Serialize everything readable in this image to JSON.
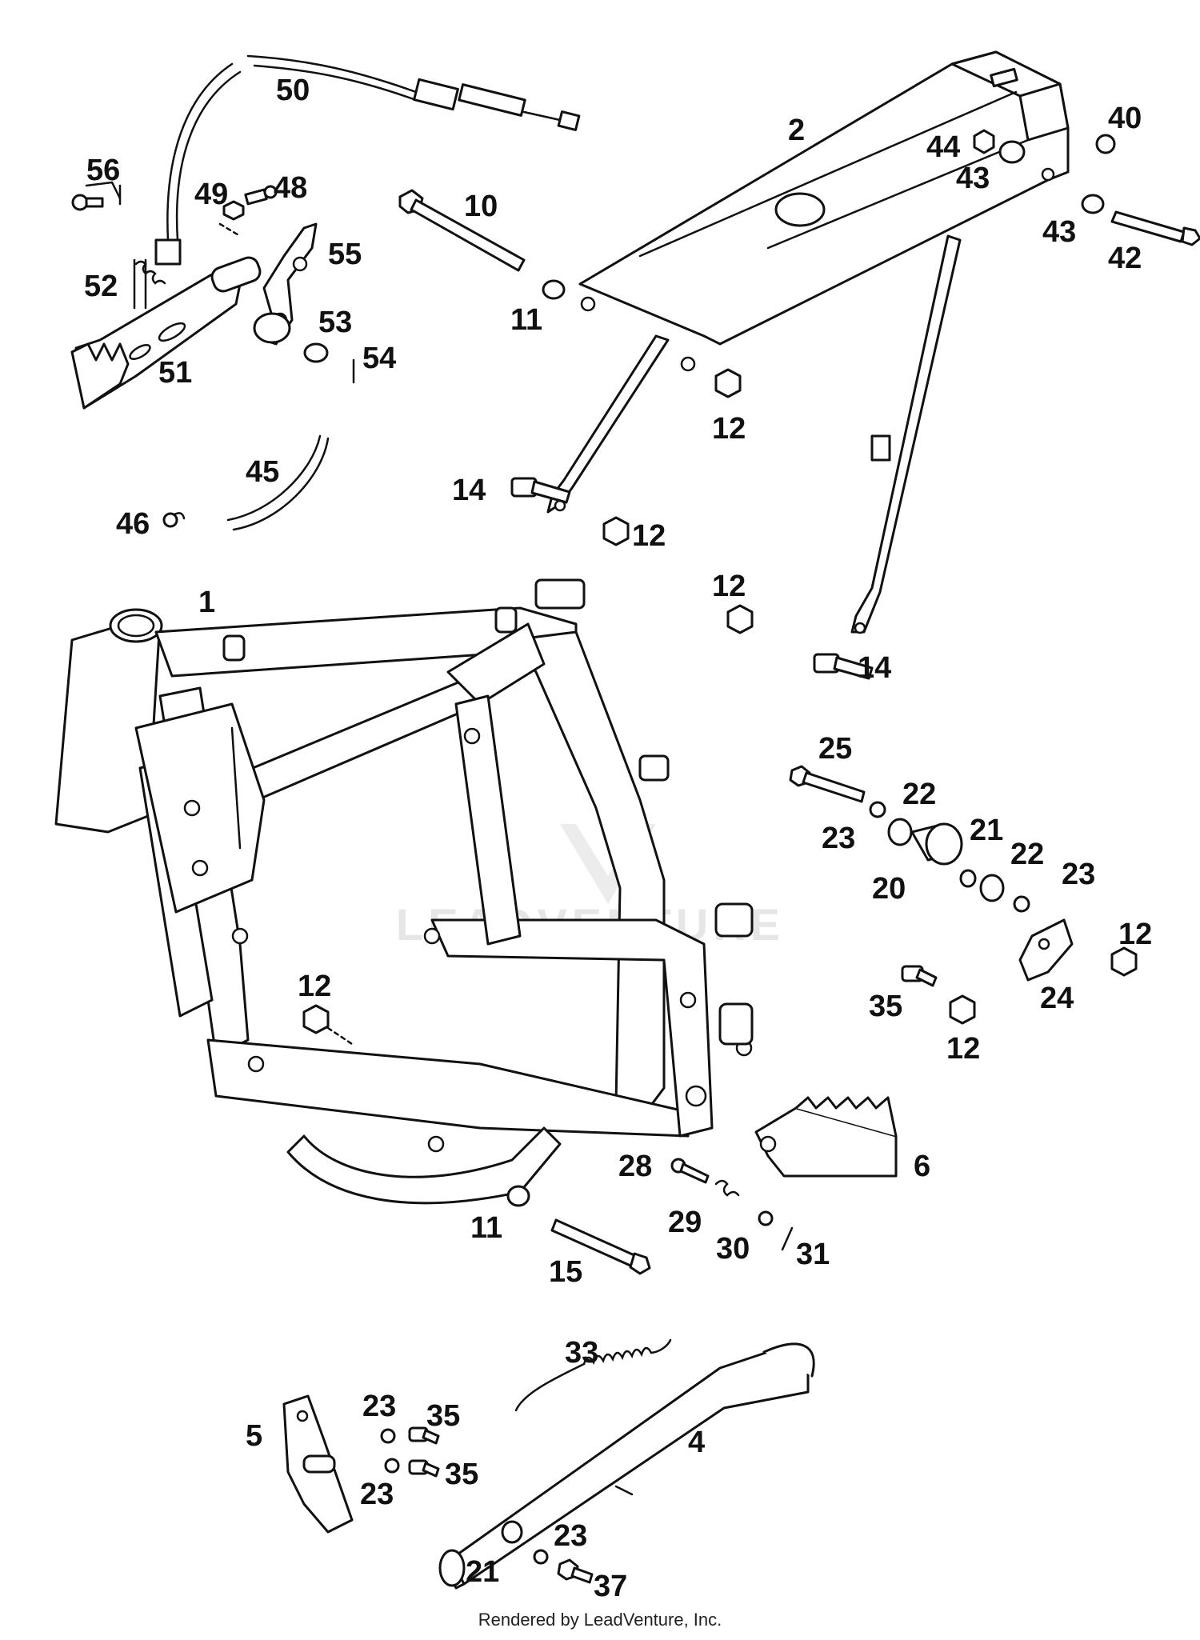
{
  "diagram": {
    "watermark": "LEADVENTURE",
    "credit": "Rendered by LeadVenture, Inc.",
    "callouts": {
      "c1": "1",
      "c2": "2",
      "c4": "4",
      "c5": "5",
      "c6": "6",
      "c10": "10",
      "c11a": "11",
      "c11b": "11",
      "c12a": "12",
      "c12b": "12",
      "c12c": "12",
      "c12d": "12",
      "c12e": "12",
      "c12f": "12",
      "c14a": "14",
      "c14b": "14",
      "c15": "15",
      "c20": "20",
      "c21a": "21",
      "c21b": "21",
      "c22a": "22",
      "c22b": "22",
      "c23a": "23",
      "c23b": "23",
      "c23c": "23",
      "c23d": "23",
      "c23e": "23",
      "c24": "24",
      "c25": "25",
      "c28": "28",
      "c29": "29",
      "c30": "30",
      "c31": "31",
      "c33": "33",
      "c35a": "35",
      "c35b": "35",
      "c35c": "35",
      "c37": "37",
      "c40": "40",
      "c42": "42",
      "c43a": "43",
      "c43b": "43",
      "c44": "44",
      "c45": "45",
      "c46": "46",
      "c48": "48",
      "c49": "49",
      "c50": "50",
      "c51": "51",
      "c52": "52",
      "c53": "53",
      "c54": "54",
      "c55": "55",
      "c56": "56"
    }
  }
}
